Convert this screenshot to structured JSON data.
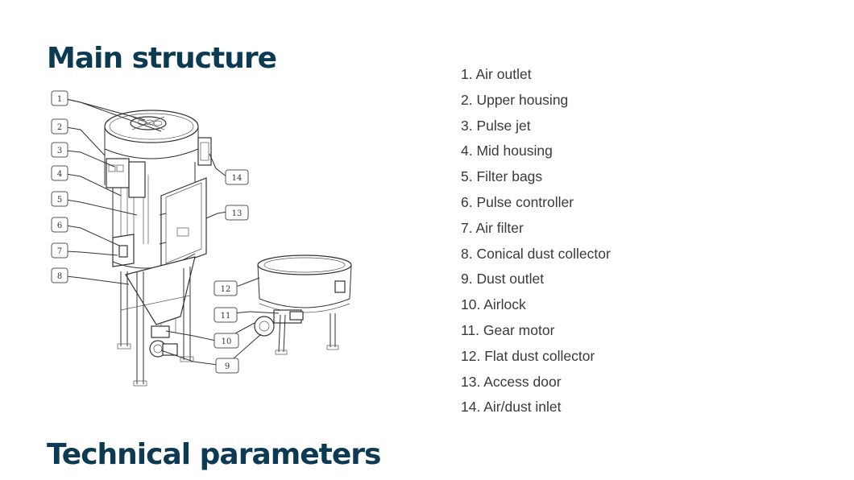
{
  "headings": {
    "main_structure": "Main structure",
    "technical_parameters": "Technical parameters"
  },
  "parts": [
    "1. Air outlet",
    "2. Upper housing",
    "3. Pulse jet",
    "4. Mid housing",
    "5. Filter bags",
    "6. Pulse controller",
    "7. Air filter",
    "8. Conical dust collector",
    "9. Dust outlet",
    "10. Airlock",
    "11. Gear motor",
    "12. Flat dust collector",
    "13. Access door",
    "14. Air/dust inlet"
  ],
  "callouts": [
    "1",
    "2",
    "3",
    "4",
    "5",
    "6",
    "7",
    "8",
    "9",
    "10",
    "11",
    "12",
    "13",
    "14"
  ],
  "colors": {
    "heading": "#0b3a52",
    "list_text": "#3a3a3a"
  }
}
